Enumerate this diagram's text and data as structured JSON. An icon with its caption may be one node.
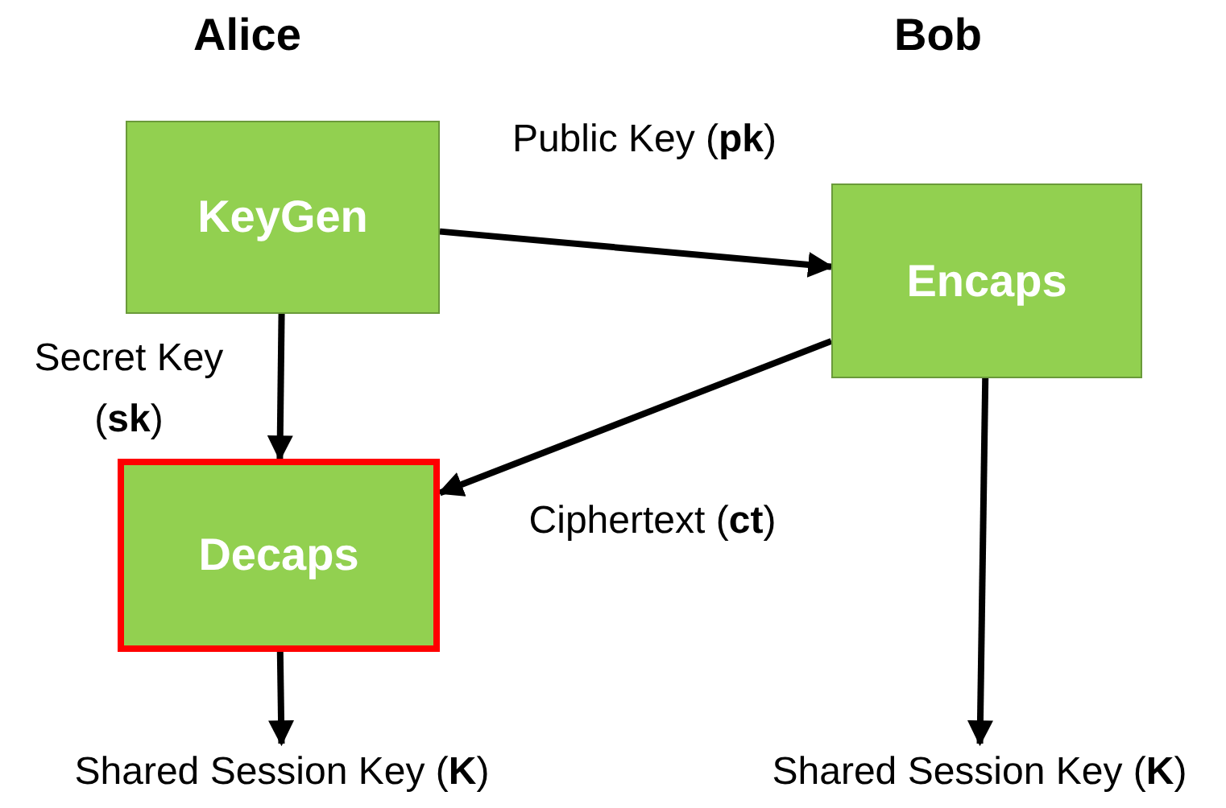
{
  "diagram": {
    "nodes": [
      {
        "text": [
          "KeyGen"
        ]
      },
      {
        "text": [
          "Encaps"
        ]
      },
      {
        "text": [
          "Decaps"
        ]
      },
      {
        "text": [
          "Shared Session Key (**K**)"
        ]
      },
      {
        "text": [
          "Shared Session Key (**K**)"
        ]
      }
    ],
    "edges": [
      {
        "from": 0,
        "to": 1,
        "arrow": "to",
        "label": "Public Key (**pk**)"
      },
      {
        "from": 0,
        "to": 2,
        "arrow": "to",
        "label": "Secret Key (**sk**)"
      },
      {
        "from": 1,
        "to": 2,
        "arrow": "to",
        "label": "Ciphertext (**ct**)"
      },
      {
        "from": 2,
        "to": 3,
        "arrow": "to"
      },
      {
        "from": 1,
        "to": 4,
        "arrow": "to"
      }
    ],
    "labels": [
      "Alice",
      "Bob"
    ]
  }
}
